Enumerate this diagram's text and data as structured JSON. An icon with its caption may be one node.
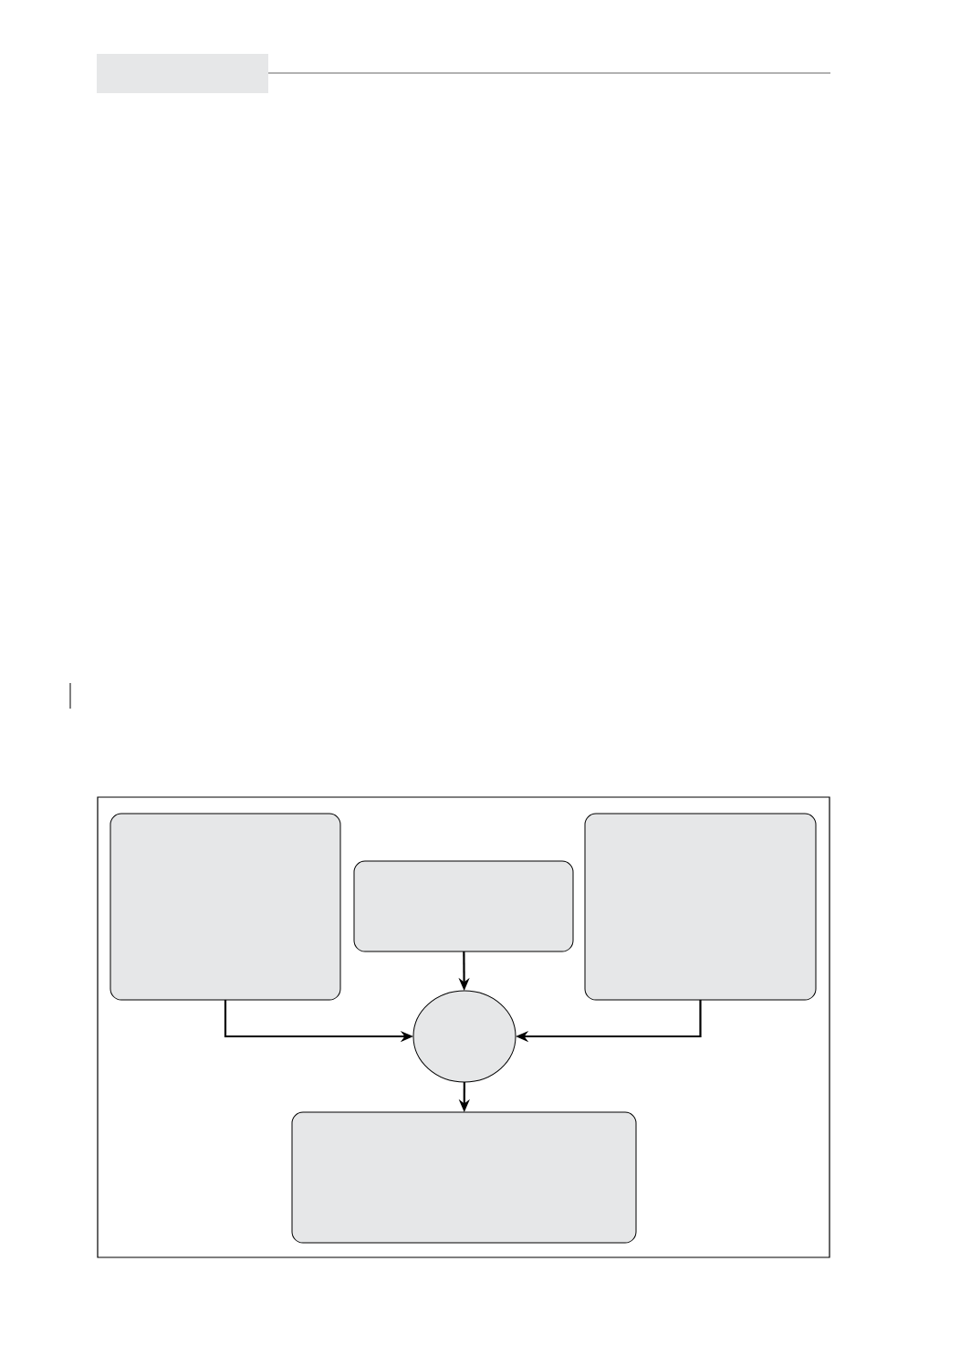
{
  "diagram": {
    "nodes": [
      {
        "text": [],
        "shape": "box"
      },
      {
        "text": [],
        "shape": "box",
        "in": 0
      },
      {
        "text": [],
        "shape": "box",
        "in": 0
      },
      {
        "text": [],
        "shape": "box",
        "in": 0
      },
      {
        "text": [],
        "shape": "circle",
        "in": 0
      },
      {
        "text": [],
        "shape": "box",
        "in": 0
      }
    ],
    "edges": [
      {
        "from": 2,
        "to": 4,
        "arrow": "to"
      },
      {
        "from": 1,
        "to": 4,
        "arrow": "to"
      },
      {
        "from": 3,
        "to": 4,
        "arrow": "to"
      },
      {
        "from": 4,
        "to": 5,
        "arrow": "to"
      }
    ]
  }
}
